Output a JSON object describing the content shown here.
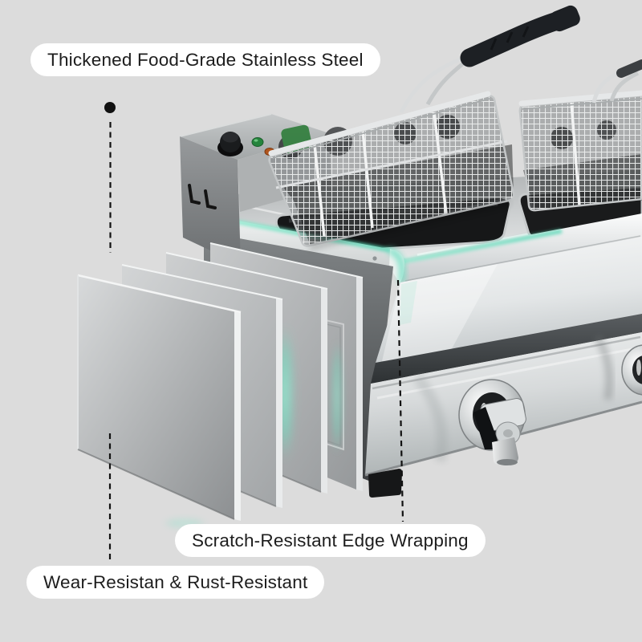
{
  "scene": {
    "description": "Commercial double-tank electric deep fryer with two wire fry baskets, drain valves and fanned stainless steel sheets, annotated product feature image",
    "background_color": "#dcdcdc",
    "accent_glow_color": "#6fe0c2",
    "pill_background_color": "#ffffff",
    "text_color": "#1d1d1d",
    "callout_line_color": "#111111"
  },
  "annotations": {
    "stainless": {
      "label": "Thickened Food-Grade Stainless Steel"
    },
    "edge": {
      "label": "Scratch-Resistant Edge Wrapping"
    },
    "wear": {
      "label": "Wear-Resistan & Rust-Resistant"
    }
  }
}
